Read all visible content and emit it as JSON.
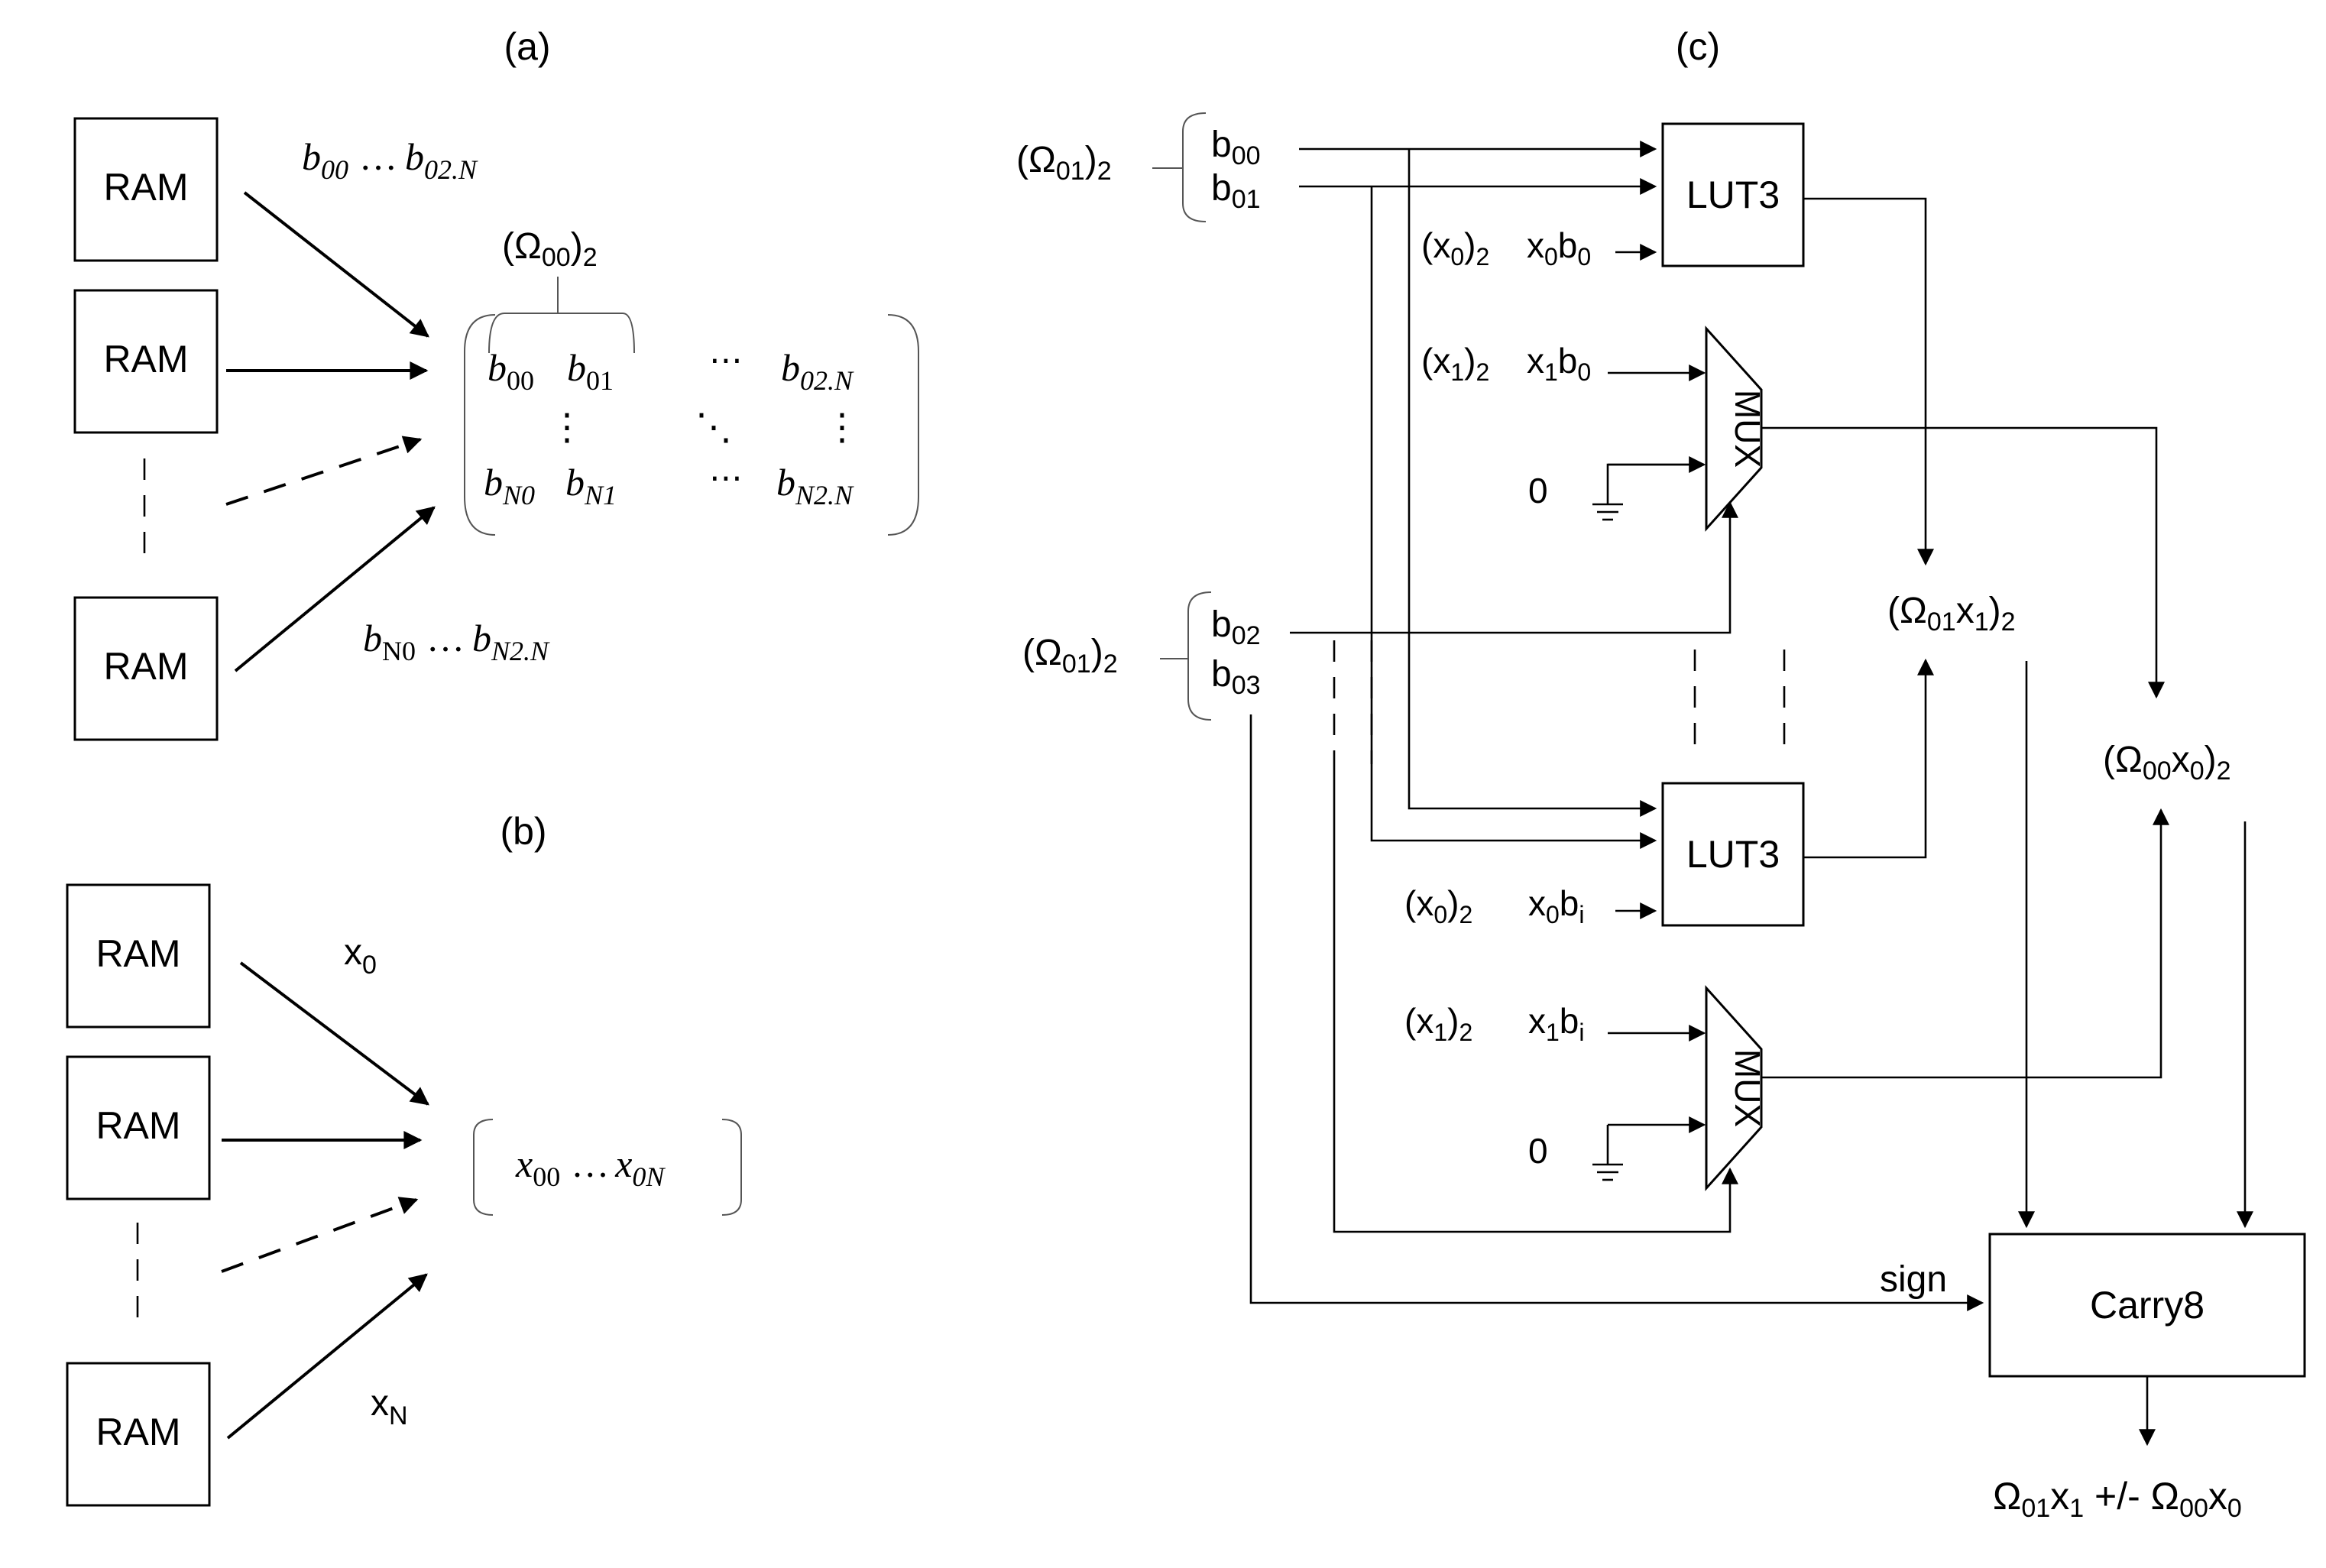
{
  "panel_labels": {
    "a": "(a)",
    "b": "(b)",
    "c": "(c)"
  },
  "ram_label": "RAM",
  "panel_a": {
    "top_stream": {
      "base": "b",
      "sub1": "00",
      "mid": "…",
      "sub2": "02.N"
    },
    "bottom_stream": {
      "base": "b",
      "sub1": "N0",
      "mid": "…",
      "sub2": "N2.N"
    },
    "omega_group": {
      "open": "(Ω",
      "sub": "00",
      "close": ")",
      "post": "2"
    },
    "matrix": {
      "r1c1": "00",
      "r1c2": "01",
      "r1c4": "02.N",
      "r2c1": "N0",
      "r2c2": "N1",
      "r2c4": "N2.N",
      "base": "b",
      "hdots": "⋯",
      "vdots": "⋮",
      "ddots": "⋱"
    }
  },
  "panel_b": {
    "x0": {
      "base": "x",
      "sub": "0"
    },
    "xN": {
      "base": "x",
      "sub": "N"
    },
    "vector": {
      "base": "x",
      "sub1": "00",
      "mid": "…",
      "sub2": "0N"
    }
  },
  "panel_c": {
    "omega_top": {
      "open": "(Ω",
      "sub": "01",
      "close": ")",
      "post": "2"
    },
    "omega_bottom": {
      "open": "(Ω",
      "sub": "01",
      "close": ")",
      "post": "2"
    },
    "b00": {
      "base": "b",
      "sub": "00"
    },
    "b01": {
      "base": "b",
      "sub": "01"
    },
    "b02": {
      "base": "b",
      "sub": "02"
    },
    "b03": {
      "base": "b",
      "sub": "03"
    },
    "lut3": "LUT3",
    "mux": "MUX",
    "carry8": "Carry8",
    "sign": "sign",
    "zero": "0",
    "x0_reg": {
      "open": "(x",
      "sub": "0",
      "close": ")",
      "post": "2"
    },
    "x1_reg": {
      "open": "(x",
      "sub": "1",
      "close": ")",
      "post": "2"
    },
    "x0b0": {
      "x": "x",
      "xsub": "0",
      "b": "b",
      "bsub": "0"
    },
    "x1b0": {
      "x": "x",
      "xsub": "1",
      "b": "b",
      "bsub": "0"
    },
    "x0bi": {
      "x": "x",
      "xsub": "0",
      "b": "b",
      "bsub": "i"
    },
    "x1bi": {
      "x": "x",
      "xsub": "1",
      "b": "b",
      "bsub": "i"
    },
    "omega01x1": {
      "open": "(Ω",
      "sub": "01",
      "mid": "x",
      "msub": "1",
      "close": ")",
      "post": "2"
    },
    "omega00x0": {
      "open": "(Ω",
      "sub": "00",
      "mid": "x",
      "msub": "0",
      "close": ")",
      "post": "2"
    },
    "result": {
      "o1": "Ω",
      "o1sub": "01",
      "x1": "x",
      "x1sub": "1",
      "op": " +/- ",
      "o2": "Ω",
      "o2sub": "00",
      "x2": "x",
      "x2sub": "0"
    }
  }
}
